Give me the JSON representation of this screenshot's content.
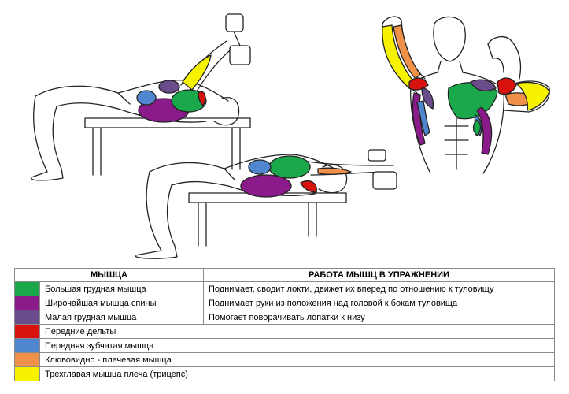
{
  "table": {
    "headers": [
      "МЫШЦА",
      "РАБОТА МЫШЦ В УПРАЖНЕНИИ"
    ],
    "rows": [
      {
        "color": "#1aa84a",
        "muscle": "Большая грудная мышца",
        "action": "Поднимает, сводит локти, движет их вперед по отношению к туловищу"
      },
      {
        "color": "#8b1a8b",
        "muscle": "Широчайшая мышца спины",
        "action": "Поднимает руки из положения над головой к бокам туловища"
      },
      {
        "color": "#6a4c8c",
        "muscle": "Малая грудная мышца",
        "action": "Помогает поворачивать  лопатки к низу"
      },
      {
        "color": "#d8130f",
        "muscle": "Передние дельты",
        "action": ""
      },
      {
        "color": "#4f86cf",
        "muscle": "Передняя зубчатая мышца",
        "action": ""
      },
      {
        "color": "#f0914a",
        "muscle": "Клювовидно - плечевая мышца",
        "action": ""
      },
      {
        "color": "#f7f200",
        "muscle": "Трехглавая мышца плеча (трицепс)",
        "action": ""
      }
    ]
  }
}
